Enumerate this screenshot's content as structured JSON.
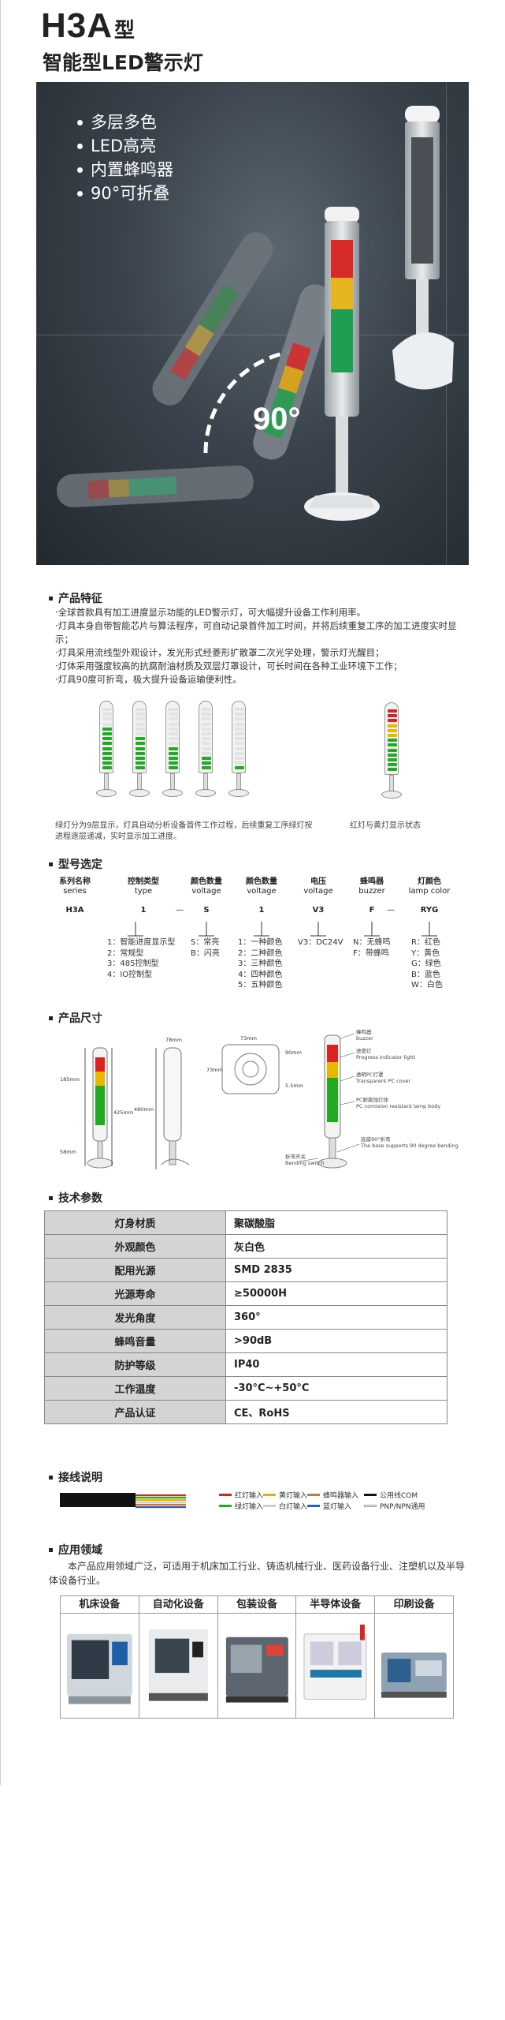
{
  "header": {
    "model": "H3A",
    "model_suffix": "型",
    "title": "智能型LED警示灯"
  },
  "hero": {
    "features": [
      "多层多色",
      "LED高亮",
      "内置蜂鸣器",
      "90°可折叠"
    ],
    "angle_label": "90°"
  },
  "features_section": {
    "heading": "产品特征",
    "bullets": [
      "·全球首款具有加工进度显示功能的LED警示灯，可大幅提升设备工作利用率。",
      "·灯具本身自带智能芯片与算法程序，可自动记录首件加工时间，并将后续重复工序的加工进度实时显示；",
      "·灯具采用流线型外观设计，发光形式经菱形扩散罩二次光学处理，警示灯光醒目；",
      "·灯体采用强度较高的抗腐耐油材质及双层灯罩设计，可长时间在各种工业环境下工作；",
      "·灯具90度可折弯，极大提升设备运输便利性。"
    ],
    "caption_left": "绿灯分为9层显示，灯具自动分析设备首件工作过程，后续重复工序绿灯按进程逐层递减，实时显示加工进度。",
    "caption_right": "红灯与黄灯显示状态"
  },
  "model_section": {
    "heading": "型号选定",
    "columns": [
      {
        "cn": "系列名称",
        "en": "series",
        "value": "H3A"
      },
      {
        "cn": "控制类型",
        "en": "type",
        "value": "1"
      },
      {
        "cn": "颜色数量",
        "en": "voltage",
        "value": "S"
      },
      {
        "cn": "颜色数量",
        "en": "voltage",
        "value": "1"
      },
      {
        "cn": "电压",
        "en": "voltage",
        "value": "V3"
      },
      {
        "cn": "蜂鸣器",
        "en": "buzzer",
        "value": "F"
      },
      {
        "cn": "灯颜色",
        "en": "lamp color",
        "value": "RYG"
      }
    ],
    "dash1": "—",
    "dash2": "—",
    "type_options": [
      "1：智能进度显示型",
      "2：常规型",
      "3：485控制型",
      "4：IO控制型"
    ],
    "s_options": [
      "S：常亮",
      "B：闪亮"
    ],
    "count_options": [
      "1：一种颜色",
      "2：二种颜色",
      "3：三种颜色",
      "4：四种颜色",
      "5：五种颜色"
    ],
    "voltage_options": [
      "V3：DC24V"
    ],
    "buzzer_options": [
      "N：无蜂鸣",
      "F：带蜂鸣"
    ],
    "color_options": [
      "R：红色",
      "Y：黄色",
      "G：绿色",
      "B：蓝色",
      "W：白色"
    ]
  },
  "size_section": {
    "heading": "产品尺寸",
    "dims": [
      "185mm",
      "58mm",
      "425mm",
      "480mm",
      "78mm",
      "73mm",
      "73mm",
      "90mm",
      "5.5mm"
    ],
    "parts": [
      {
        "cn": "蜂鸣器",
        "en": "buzzer"
      },
      {
        "cn": "进度灯",
        "en": "Progress indicator light"
      },
      {
        "cn": "透明PC灯罩",
        "en": "Transparent PC cover"
      },
      {
        "cn": "PC耐腐蚀灯体",
        "en": "PC corrosion resistant lamp body"
      },
      {
        "cn": "底座90°折弯",
        "en": "The base supports 90 degree bending"
      },
      {
        "cn": "折弯开关",
        "en": "Bending switch"
      }
    ]
  },
  "spec_section": {
    "heading": "技术参数",
    "rows": [
      {
        "k": "灯身材质",
        "v": "聚碳酸脂"
      },
      {
        "k": "外观颜色",
        "v": "灰白色"
      },
      {
        "k": "配用光源",
        "v": "SMD 2835"
      },
      {
        "k": "光源寿命",
        "v": "≥50000H"
      },
      {
        "k": "发光角度",
        "v": "360°"
      },
      {
        "k": "蜂鸣音量",
        "v": ">90dB"
      },
      {
        "k": "防护等级",
        "v": "IP40"
      },
      {
        "k": "工作温度",
        "v": "-30°C~+50°C"
      },
      {
        "k": "产品认证",
        "v": "CE、RoHS"
      }
    ]
  },
  "wiring_section": {
    "heading": "接线说明",
    "legend": [
      {
        "label": "红灯输入",
        "color": "#d22"
      },
      {
        "label": "绿灯输入",
        "color": "#2a2"
      },
      {
        "label": "黄灯输入",
        "color": "#e6b000"
      },
      {
        "label": "白灯输入",
        "color": "#ccc"
      },
      {
        "label": "蜂鸣器输入",
        "color": "#c87a3a"
      },
      {
        "label": "蓝灯输入",
        "color": "#2a5bd0"
      },
      {
        "label": "公用线COM",
        "color": "#111"
      },
      {
        "label": "PNP/NPN通用",
        "color": "#ffffff"
      }
    ]
  },
  "application_section": {
    "heading": "应用领域",
    "text": "本产品应用领域广泛，可适用于机床加工行业、铸造机械行业、医药设备行业、注塑机以及半导体设备行业。",
    "items": [
      "机床设备",
      "自动化设备",
      "包装设备",
      "半导体设备",
      "印刷设备"
    ]
  }
}
